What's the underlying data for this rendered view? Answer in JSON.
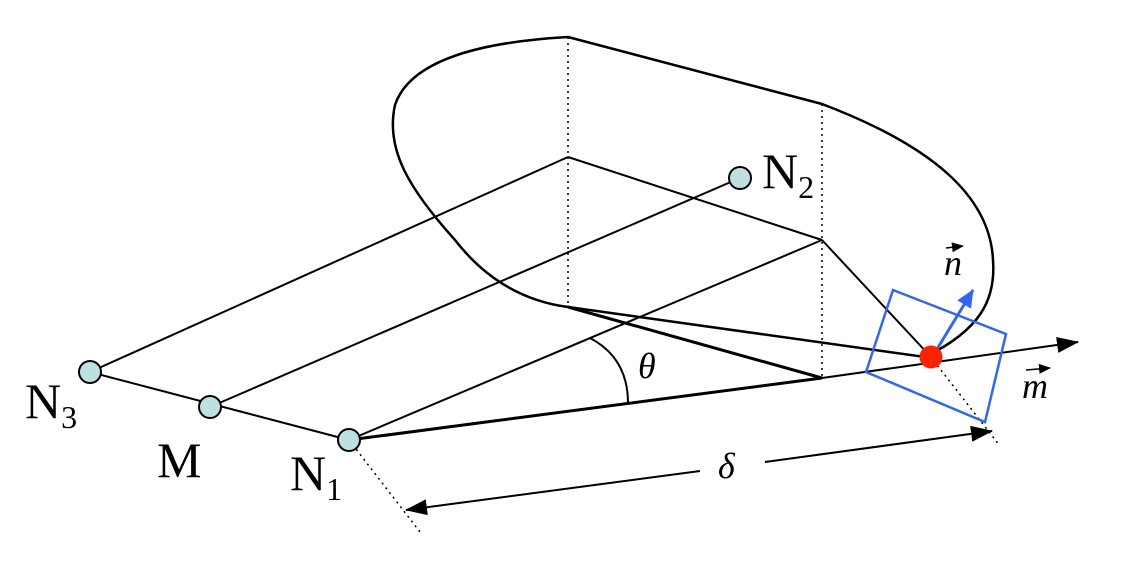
{
  "labels": {
    "n3": "N",
    "n3_sub": "3",
    "m": "M",
    "n1": "N",
    "n1_sub": "1",
    "n2": "N",
    "n2_sub": "2",
    "theta": "θ",
    "delta": "δ",
    "vec_n": "n",
    "vec_m": "m"
  },
  "colors": {
    "node_fill": "#bfe0e0",
    "contact_point": "#ff2200",
    "plane": "#3366ee",
    "normal_arrow": "#3366ee",
    "line": "#000000"
  }
}
